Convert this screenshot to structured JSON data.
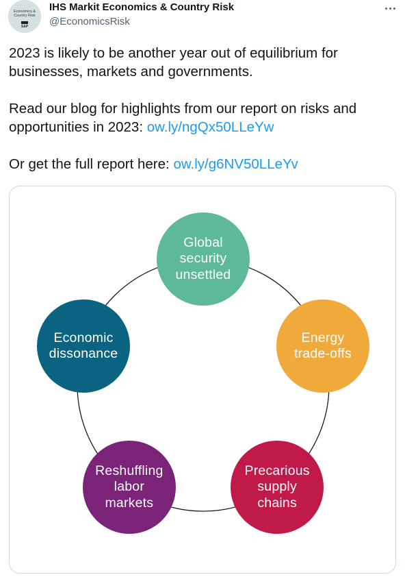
{
  "author": {
    "name": "IHS Markit Economics & Country Risk",
    "handle": "@EconomicsRisk",
    "avatar": {
      "line1": "Economics &",
      "line2": "Country Risk",
      "logo": "S&P"
    }
  },
  "tweet": {
    "paragraph1": "2023 is likely to be another year out of equilibrium for businesses, markets and governments.",
    "paragraph2_text": "Read our blog for highlights from our report on risks and opportunities in 2023: ",
    "paragraph2_link": "ow.ly/ngQx50LLeYw",
    "paragraph3_text": "Or get the full report here: ",
    "paragraph3_link": "ow.ly/g6NV50LLeYv"
  },
  "diagram": {
    "nodes": [
      {
        "label": "Global\nsecurity\nunsettled",
        "color": "#5db99a"
      },
      {
        "label": "Energy\ntrade-offs",
        "color": "#f0a93b"
      },
      {
        "label": "Precarious\nsupply\nchains",
        "color": "#c01a4a"
      },
      {
        "label": "Reshuffling\nlabor\nmarkets",
        "color": "#7a2378"
      },
      {
        "label": "Economic\ndissonance",
        "color": "#0b6382"
      }
    ]
  },
  "colors": {
    "link": "#1d9bf0",
    "ring": "#1a1a1a"
  }
}
